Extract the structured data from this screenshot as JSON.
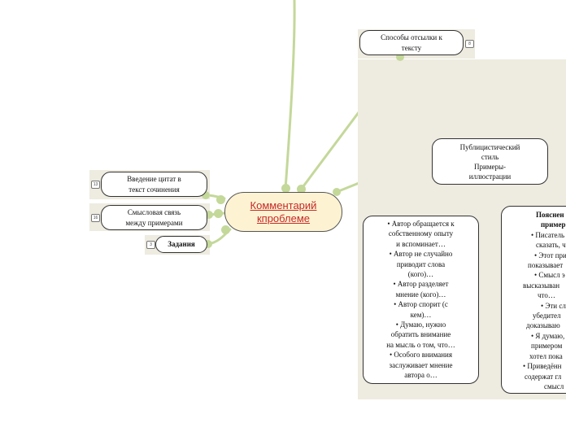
{
  "central": {
    "line1": "Комментарий",
    "line2": "кпроблеме"
  },
  "citing_node": {
    "line1": "Способы отсылки к",
    "line2": "тексту",
    "badge": "8"
  },
  "left_nodes": [
    {
      "line1": "Введение цитат в",
      "line2": "текст сочинения",
      "badge": "13"
    },
    {
      "line1": "Смысловая связь",
      "line2": "между примерами",
      "badge": "16"
    },
    {
      "label": "Задания",
      "badge": "3"
    }
  ],
  "style_node": {
    "lines": [
      "Публицистический",
      "стиль",
      "Примеры-",
      "иллюстрации"
    ]
  },
  "phrases": {
    "lines": [
      "• Автор обращается к",
      "собственному опыту",
      "и вспоминает…",
      "• Автор не случайно",
      "приводит слова",
      "(кого)…",
      "• Автор разделяет",
      "мнение (кого)…",
      "• Автор спорит (с",
      "кем)…",
      "• Думаю, нужно",
      "обратить внимание",
      "на мысль о том, что…",
      "• Особого внимания",
      "заслуживает мнение",
      "автора о…"
    ]
  },
  "explain": {
    "lines": [
      "Пояснен",
      "пример",
      "• Писатель",
      "сказать, ч",
      "• Этот при",
      "показывает",
      "• Смысл э",
      "высказыван",
      "что…",
      "• Эти сл",
      "убедител",
      "доказываю",
      "• Я думаю,",
      "примером",
      "хотел пока",
      "• Приведённ",
      "содержат гл",
      "смысл"
    ]
  },
  "colors": {
    "branch": "#c4d89a",
    "panel": "#eeebe0",
    "central_fill": "#fdf3d2",
    "central_text": "#c62828"
  }
}
